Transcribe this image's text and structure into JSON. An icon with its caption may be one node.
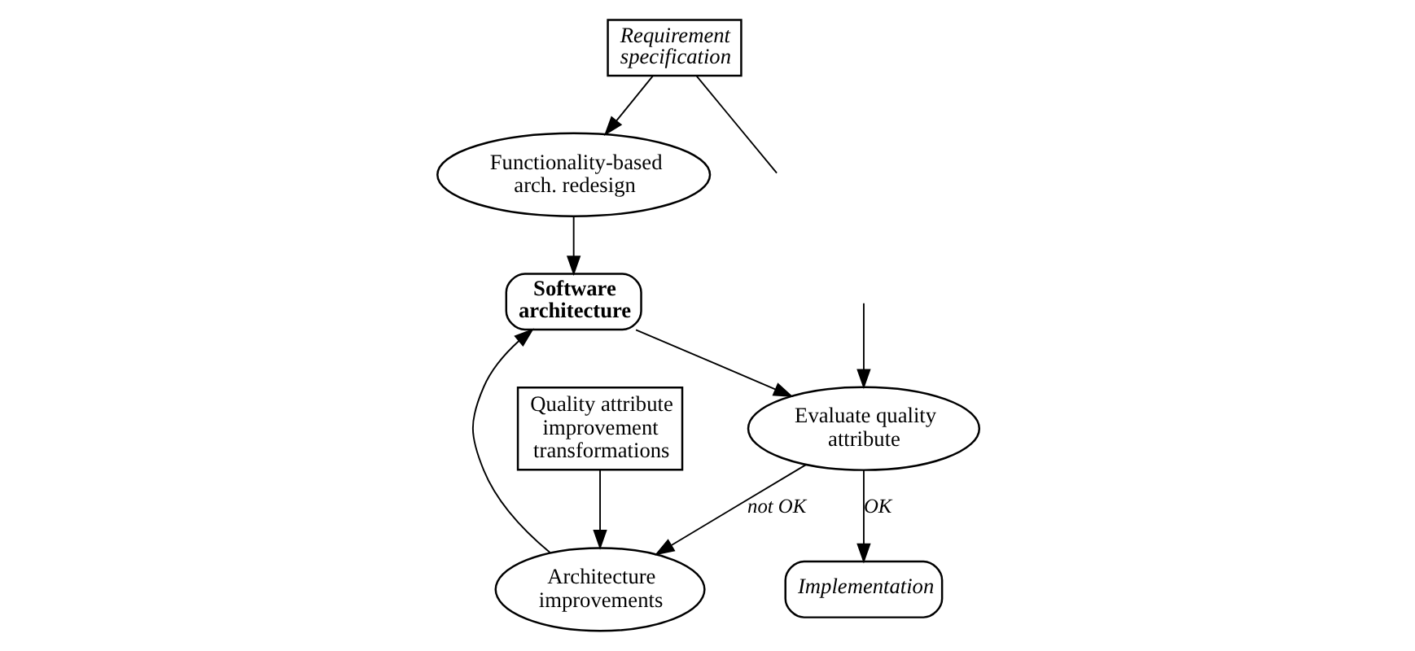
{
  "diagram": {
    "nodes": [
      {
        "text": [
          "Functionality-based arch. redesign"
        ]
      },
      {
        "text": [
          "Requirement specification"
        ]
      },
      {
        "text": [
          "Software architecture"
        ]
      },
      {
        "text": [
          "Architecture improvements"
        ]
      },
      {
        "text": [
          "Evaluate quality attribute"
        ]
      },
      {
        "text": [
          "Quality attribute improvement transformations"
        ]
      },
      {
        "text": [
          "Implementation"
        ]
      }
    ],
    "edges": [
      {
        "from": 1,
        "to": 0,
        "arrow": "to"
      },
      {
        "from": 0,
        "to": 2,
        "arrow": "to"
      },
      {
        "from": 3,
        "to": 2,
        "arrow": "to"
      },
      {
        "from": 2,
        "to": 4,
        "arrow": "to"
      },
      {
        "from": 4,
        "to": 3,
        "arrow": "to",
        "label": "not OK"
      },
      {
        "from": 5,
        "to": 3,
        "arrow": "to"
      },
      {
        "from": 4,
        "to": 6,
        "arrow": "to",
        "label": "OK"
      },
      {
        "from": 1,
        "to": null,
        "arrow": "none"
      },
      {
        "from": null,
        "to": 4,
        "arrow": "to"
      }
    ]
  }
}
